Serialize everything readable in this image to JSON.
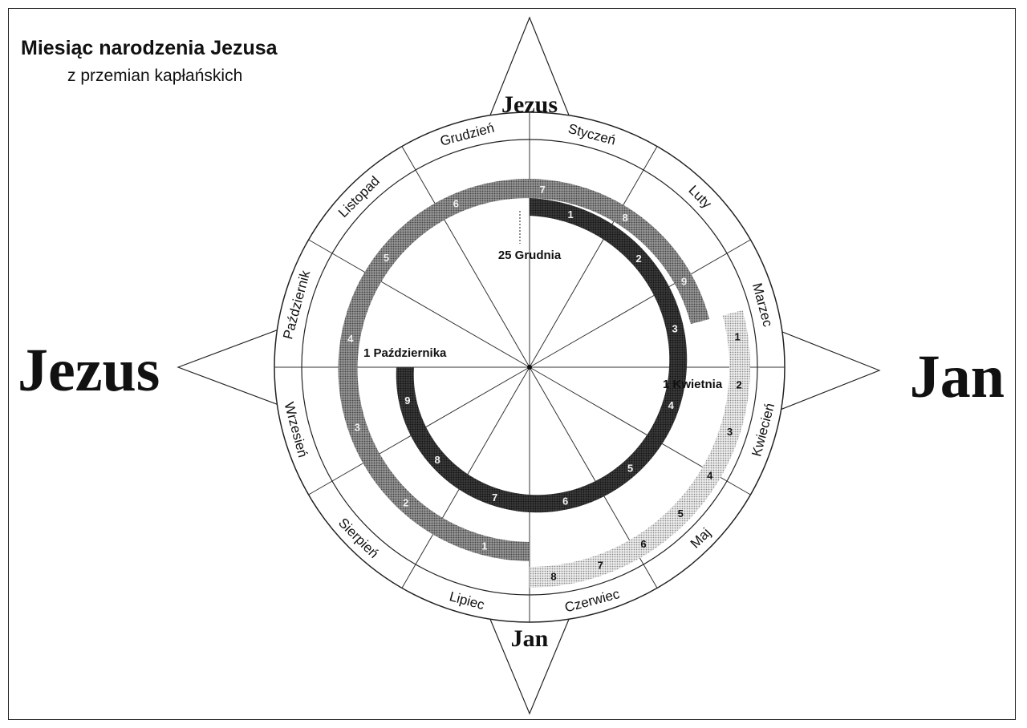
{
  "title": "Miesiąc narodzenia Jezusa",
  "subtitle": "z przemian kapłańskich",
  "compass": {
    "top": "Jezus",
    "bottom": "Jan",
    "left": "Jezus",
    "right": "Jan"
  },
  "months": [
    "Styczeń",
    "Luty",
    "Marzec",
    "Kwiecień",
    "Maj",
    "Czerwiec",
    "Lipiec",
    "Sierpień",
    "Wrzesień",
    "Październik",
    "Listopad",
    "Grudzień"
  ],
  "labels": {
    "dec25": "25 Grudnia",
    "oct1": "1 Października",
    "apr1": "1 Kwietnia"
  },
  "bands": [
    {
      "name": "Jezus-outer",
      "color": "#8c8c8c",
      "start_month": 6.0,
      "end_month": 14.5,
      "markers": [
        1,
        2,
        3,
        4,
        5,
        6,
        7,
        8,
        9
      ]
    },
    {
      "name": "Jezus-inner",
      "color": "#3a3a3a",
      "start_month": 12.0,
      "end_month": 21.0,
      "markers": [
        1,
        2,
        3,
        4,
        5,
        6,
        7,
        8,
        9
      ]
    },
    {
      "name": "Jan",
      "color": "#d4d4d4",
      "start_month": 14.5,
      "end_month": 18.0,
      "markers": [
        1,
        2,
        3,
        4,
        5,
        6,
        7,
        8
      ]
    }
  ]
}
